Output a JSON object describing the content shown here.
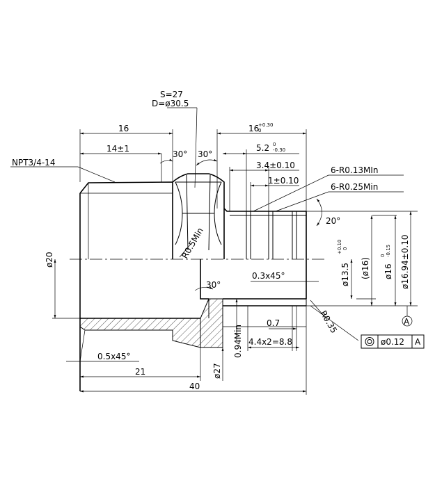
{
  "wrench": {
    "s": "S=27",
    "d": "D=ø30.5"
  },
  "thread": "NPT3/4-14",
  "dims": {
    "len16": "16",
    "len14": "14±1",
    "angle_left": "30°",
    "angle_right": "30°",
    "barb16": "16",
    "barb16_tol_up": "+0.30",
    "barb16_tol_lo": "0",
    "d52": "5.2",
    "d52_tol_up": "0",
    "d52_tol_lo": "-0.30",
    "d34": "3.4±0.10",
    "d1": "1±0.10",
    "r013": "6-R0.13MIn",
    "r025": "6-R0.25Min",
    "ang20": "20°",
    "r05": "R0.5Min",
    "dia20": "ø20",
    "c03": "0.3x45°",
    "ang30_inner": "30°",
    "d07": "0.7",
    "d44": "4.4x2=8.8",
    "min094": "0.94Min",
    "r035": "R0.35",
    "c05": "0.5x45°",
    "d21": "21",
    "d40": "40",
    "dia27": "ø27",
    "dia135": "ø13.5",
    "dia135_tol_up": "+0.10",
    "dia135_tol_lo": "0",
    "dia16ref": "(ø16)",
    "dia16": "ø16",
    "dia16_tol_up": "0",
    "dia16_tol_lo": "-0.15",
    "dia1694": "ø16.94±0.10",
    "datum": "A",
    "fcf_value": "ø0.12",
    "fcf_datum": "A"
  }
}
